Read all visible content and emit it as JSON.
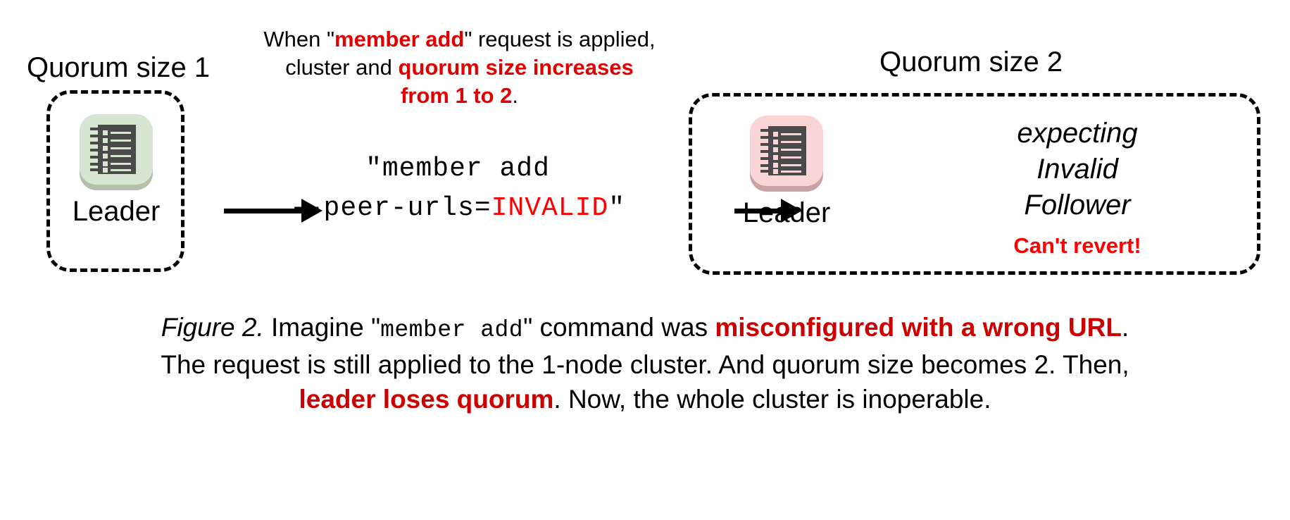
{
  "diagram": {
    "left_cluster": {
      "title": "Quorum size 1",
      "node_label": "Leader",
      "icon": "server-rack-icon",
      "tile_color": "#d7e6d2"
    },
    "right_cluster": {
      "title": "Quorum size 2",
      "node_label": "Leader",
      "icon": "server-rack-icon",
      "tile_color": "#fad5d5",
      "status_lines": [
        "expecting",
        "Invalid",
        "Follower"
      ],
      "warning": "Can't revert!",
      "warning_color": "#ff0000"
    },
    "request_note": {
      "line1_a": "When \"",
      "line1_b": "member add",
      "line1_c": "\" request is applied,",
      "line2_a": "cluster and ",
      "line2_b": "quorum size increases",
      "line3_b": "from 1 to 2",
      "line3_c": ".",
      "highlight_color": "#e00000"
    },
    "command": {
      "line1": "\"member add",
      "line2_prefix": "--peer-urls=",
      "line2_invalid": "INVALID",
      "line2_suffix": "\"",
      "invalid_color": "#ff0000"
    },
    "arrows": [
      {
        "name": "arrow-apply-request",
        "direction": "right"
      },
      {
        "name": "arrow-cluster-result",
        "direction": "right"
      }
    ]
  },
  "caption": {
    "fig_label": "Figure 2.",
    "seg1": " Imagine \"",
    "seg_mono": "member add",
    "seg2": "\" command was ",
    "seg_red1": "misconfigured with a wrong URL",
    "seg3": ".",
    "line2": "The request is still applied to the 1-node cluster. And quorum size becomes 2. Then,",
    "seg_red2": "leader loses quorum",
    "seg4": ". Now, the whole cluster is inoperable.",
    "red_color": "#cc0000"
  }
}
